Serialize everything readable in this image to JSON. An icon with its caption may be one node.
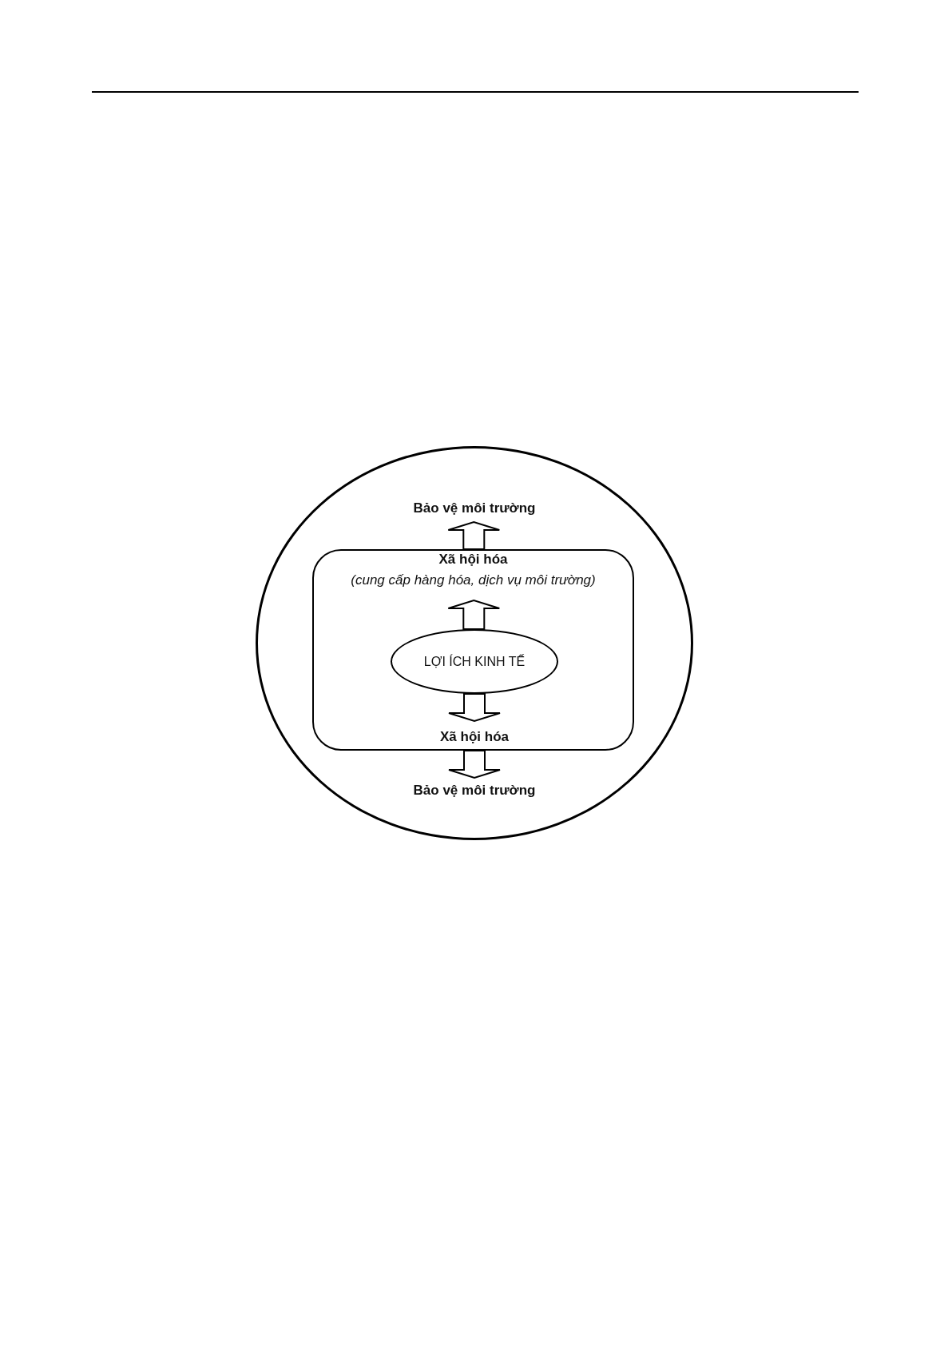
{
  "diagram": {
    "nodes": [
      {
        "text": [],
        "shape": "circle"
      },
      {
        "text": [
          "Bảo vệ môi trường"
        ],
        "in": 0
      },
      {
        "text": [],
        "shape": "box",
        "in": 0
      },
      {
        "text": [
          "Xã hội hóa",
          "(cung cấp hàng hóa, dịch vụ môi trường)"
        ],
        "in": 2
      },
      {
        "text": [
          "LỢI ÍCH KINH TẾ"
        ],
        "in": 2
      },
      {
        "text": [
          "Xã hội hóa"
        ],
        "in": 2
      },
      {
        "text": [
          "Bảo vệ môi trường"
        ],
        "in": 0
      }
    ],
    "edges": [
      {
        "from": 4,
        "to": 3,
        "arrow": "to"
      },
      {
        "from": 3,
        "to": 1,
        "arrow": "to"
      },
      {
        "from": 4,
        "to": 5,
        "arrow": "to"
      },
      {
        "from": 5,
        "to": 6,
        "arrow": "to"
      }
    ]
  }
}
